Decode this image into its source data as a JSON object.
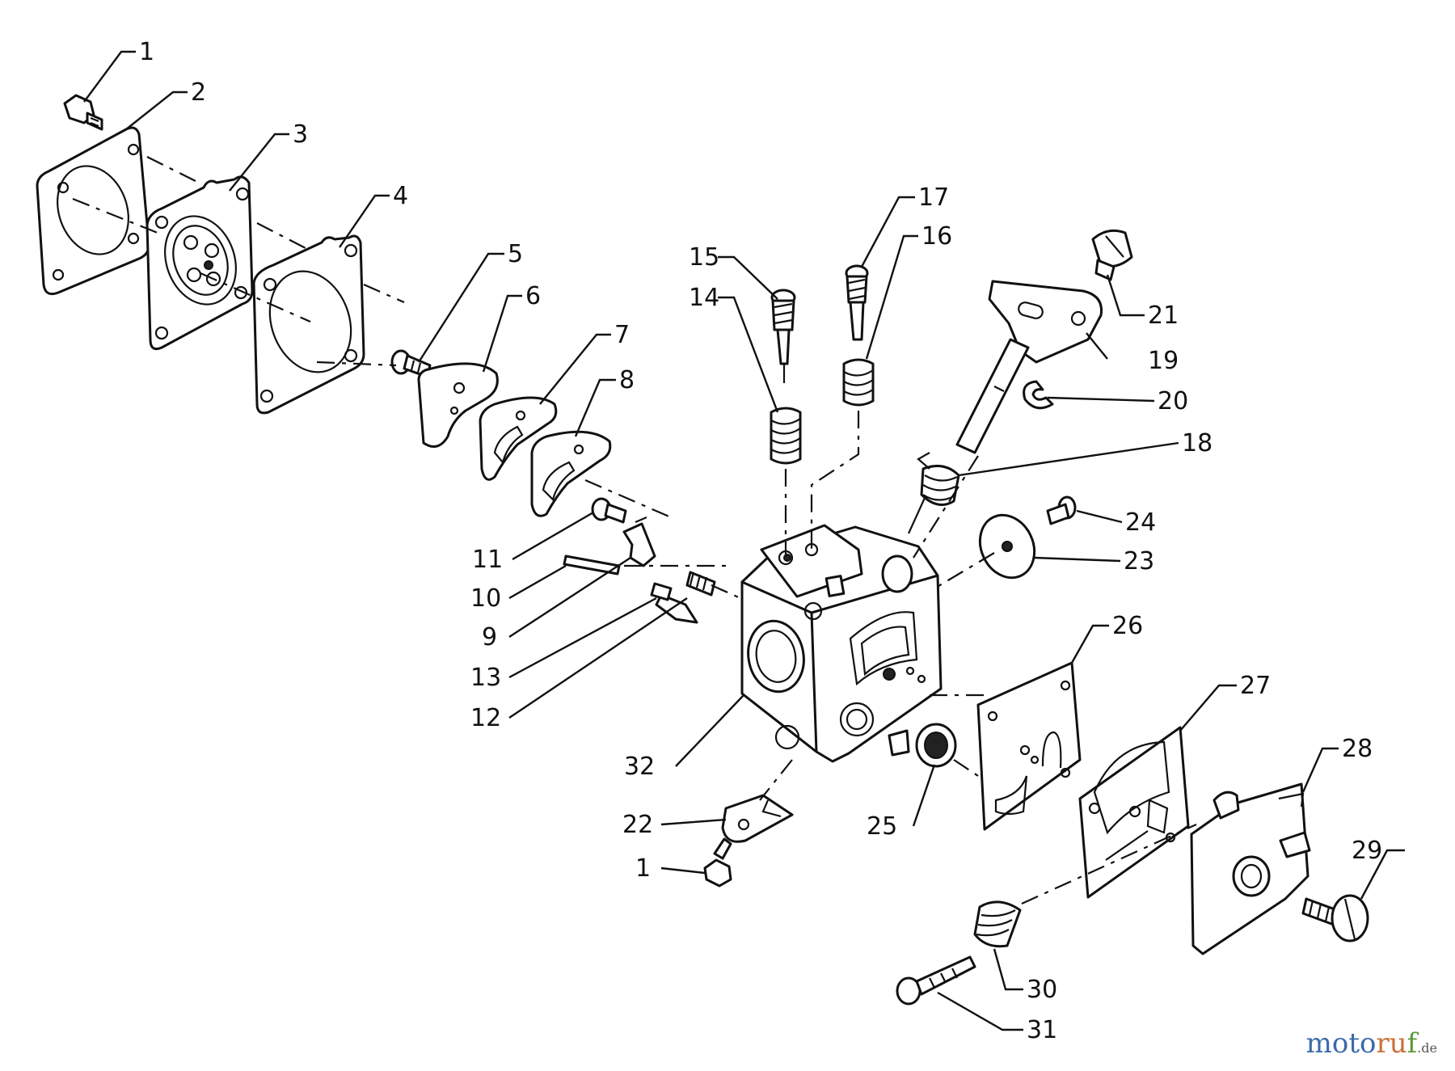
{
  "callouts": [
    "1",
    "2",
    "3",
    "4",
    "5",
    "6",
    "7",
    "8",
    "9",
    "10",
    "11",
    "12",
    "13",
    "14",
    "15",
    "16",
    "17",
    "18",
    "19",
    "20",
    "21",
    "22",
    "23",
    "24",
    "25",
    "26",
    "27",
    "28",
    "29",
    "30",
    "31",
    "32",
    "1"
  ],
  "watermark": {
    "part1": "moto",
    "part2": "ru",
    "part3": "f",
    "part4": ".de"
  }
}
